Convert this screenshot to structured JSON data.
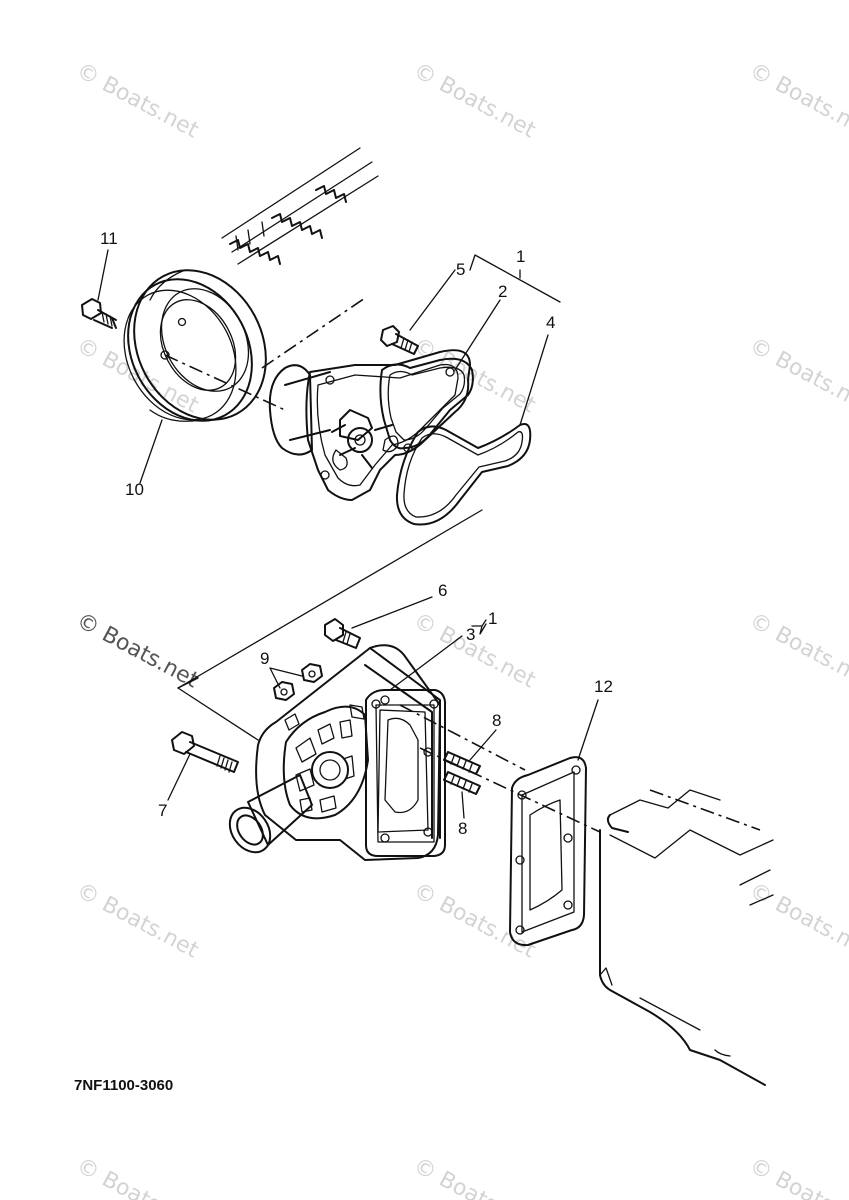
{
  "watermark": "© Boats.net",
  "diagram_code": "7NF1100-3060",
  "labels": {
    "l1a": "1",
    "l2": "2",
    "l4": "4",
    "l5": "5",
    "l10": "10",
    "l11": "11",
    "l6": "6",
    "l1b": "1",
    "l3": "3",
    "l9": "9",
    "l7": "7",
    "l8a": "8",
    "l8b": "8",
    "l12": "12"
  }
}
